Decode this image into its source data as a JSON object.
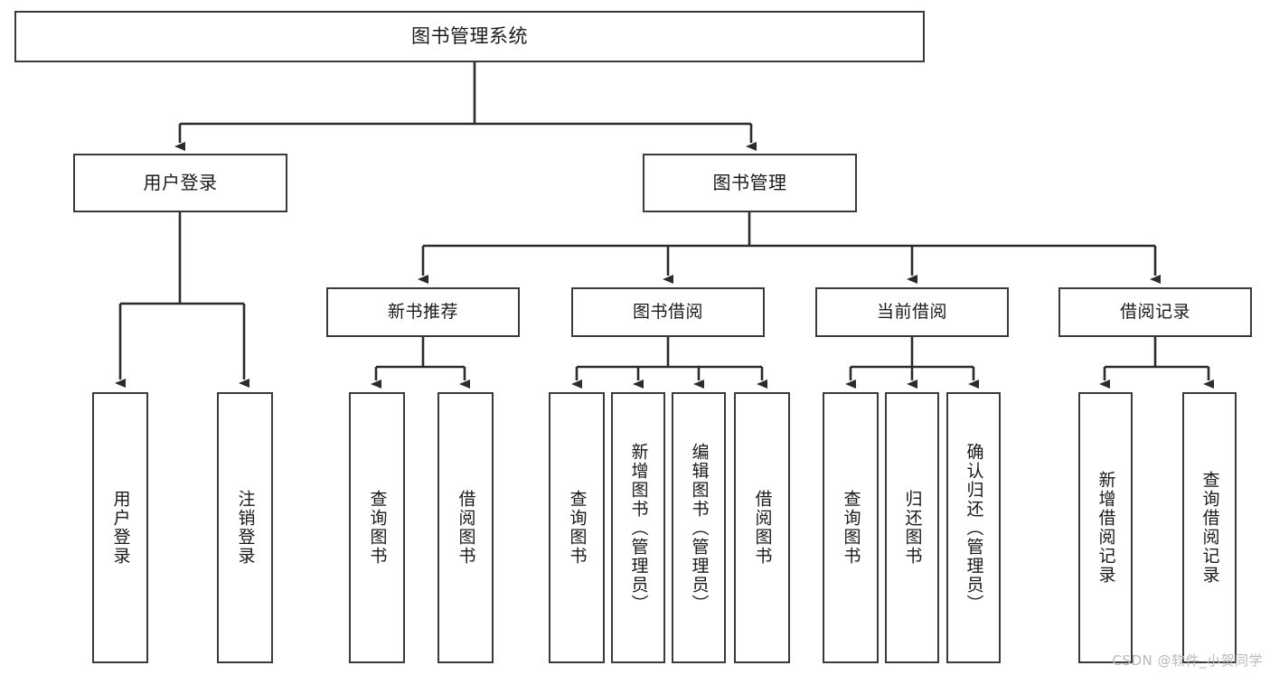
{
  "diagram": {
    "title": "图书管理系统",
    "type": "hierarchy-tree",
    "colors": {
      "box_border": "#3a3a3a",
      "box_fill": "#ffffff",
      "connector": "#2b2b2b",
      "text": "#1a1a1a",
      "watermark": "#b9b9b9",
      "background": "#ffffff"
    },
    "watermark": "CSDN @软件_小贺同学",
    "root": {
      "label": "图书管理系统"
    },
    "level1": [
      {
        "label": "用户登录"
      },
      {
        "label": "图书管理"
      }
    ],
    "level2": [
      {
        "label": "新书推荐"
      },
      {
        "label": "图书借阅"
      },
      {
        "label": "当前借阅"
      },
      {
        "label": "借阅记录"
      }
    ],
    "leaves": {
      "user_login": [
        {
          "label": "用户登录"
        },
        {
          "label": "注销登录"
        }
      ],
      "new_book_recommend": [
        {
          "label": "查询图书"
        },
        {
          "label": "借阅图书"
        }
      ],
      "book_borrow": [
        {
          "label": "查询图书"
        },
        {
          "label": "新增图书（管理员）"
        },
        {
          "label": "编辑图书（管理员）"
        },
        {
          "label": "借阅图书"
        }
      ],
      "current_borrow": [
        {
          "label": "查询图书"
        },
        {
          "label": "归还图书"
        },
        {
          "label": "确认归还（管理员）"
        }
      ],
      "borrow_record": [
        {
          "label": "新增借阅记录"
        },
        {
          "label": "查询借阅记录"
        }
      ]
    }
  }
}
